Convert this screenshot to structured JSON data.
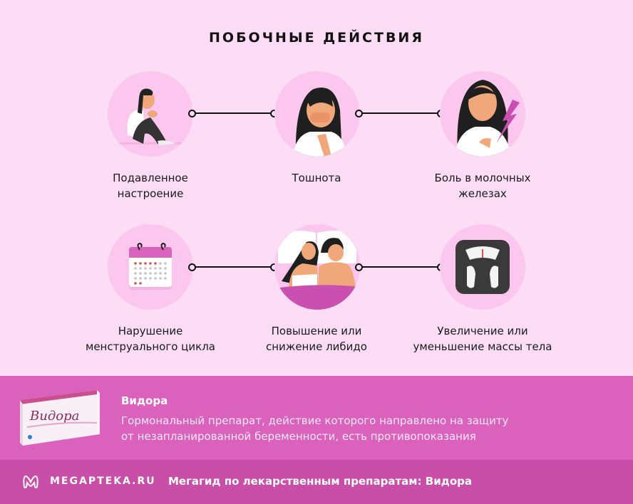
{
  "header": {
    "title": "ПОБОЧНЫЕ ДЕЙСТВИЯ"
  },
  "side_effects": [
    {
      "icon": "depressed-woman-icon",
      "line1": "Подавленное",
      "line2": "настроение"
    },
    {
      "icon": "nauseous-woman-icon",
      "line1": "Тошнота",
      "line2": ""
    },
    {
      "icon": "breast-pain-woman-icon",
      "line1": "Боль в молочных",
      "line2": "железах"
    },
    {
      "icon": "calendar-icon",
      "line1": "Нарушение",
      "line2": "менструального цикла"
    },
    {
      "icon": "couple-in-bed-icon",
      "line1": "Повышение или",
      "line2": "снижение либидо"
    },
    {
      "icon": "bathroom-scale-icon",
      "line1": "Увеличение или",
      "line2": "уменьшение массы тела"
    }
  ],
  "product": {
    "name": "Видора",
    "box_label": "Видора",
    "description_line1": "Гормональный препарат, действие которого направлено на защиту",
    "description_line2": "от незапланированной беременности, есть противопоказания"
  },
  "footer": {
    "logo_text": "MEGAPTEKA.RU",
    "tagline": "Мегагид по лекарственным препаратам: Видора"
  },
  "colors": {
    "background": "#fddcf5",
    "circle": "#fbc7ee",
    "panel": "#da62bc",
    "footer": "#c84ea8",
    "accent": "#c94fb0"
  }
}
